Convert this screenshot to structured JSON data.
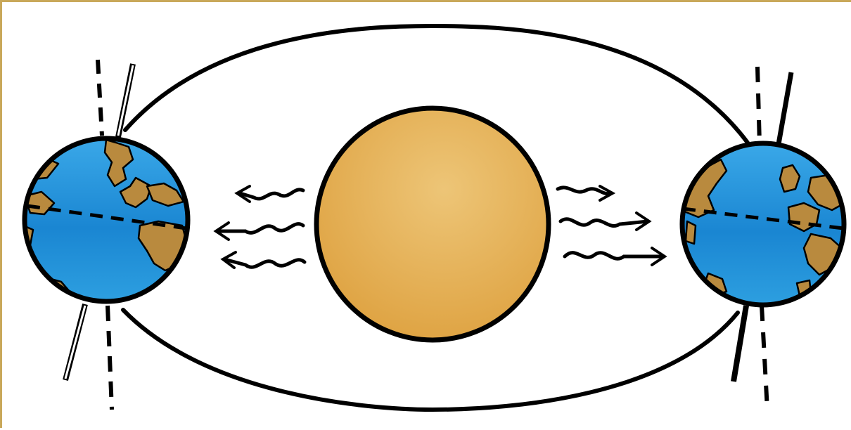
{
  "diagram": {
    "elements": [
      {
        "kind": "orbit",
        "name": "elliptical-orbit"
      },
      {
        "kind": "sun",
        "name": "sun"
      },
      {
        "kind": "planet",
        "name": "earth-left"
      },
      {
        "kind": "planet",
        "name": "earth-right"
      },
      {
        "kind": "radiation",
        "direction": "left",
        "count": 3
      },
      {
        "kind": "radiation",
        "direction": "right",
        "count": 3
      }
    ]
  },
  "colors": {
    "frame": "#c9a85a",
    "sun": "#e1a948",
    "sun_highlight": "#ecc374",
    "ocean": "#1e8fd6",
    "ocean_light": "#45b4ee",
    "land": "#b98a3e",
    "outline": "#000000"
  }
}
